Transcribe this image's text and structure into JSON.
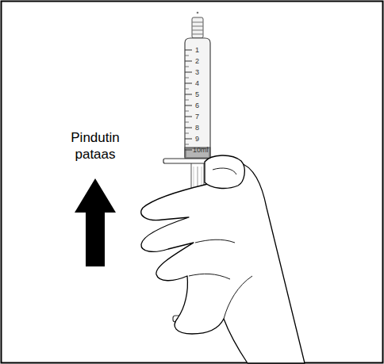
{
  "diagram": {
    "labels": [
      "Pindutin pataas",
      "1",
      "2",
      "3",
      "4",
      "5",
      "6",
      "7",
      "8",
      "9",
      "10ml"
    ]
  }
}
